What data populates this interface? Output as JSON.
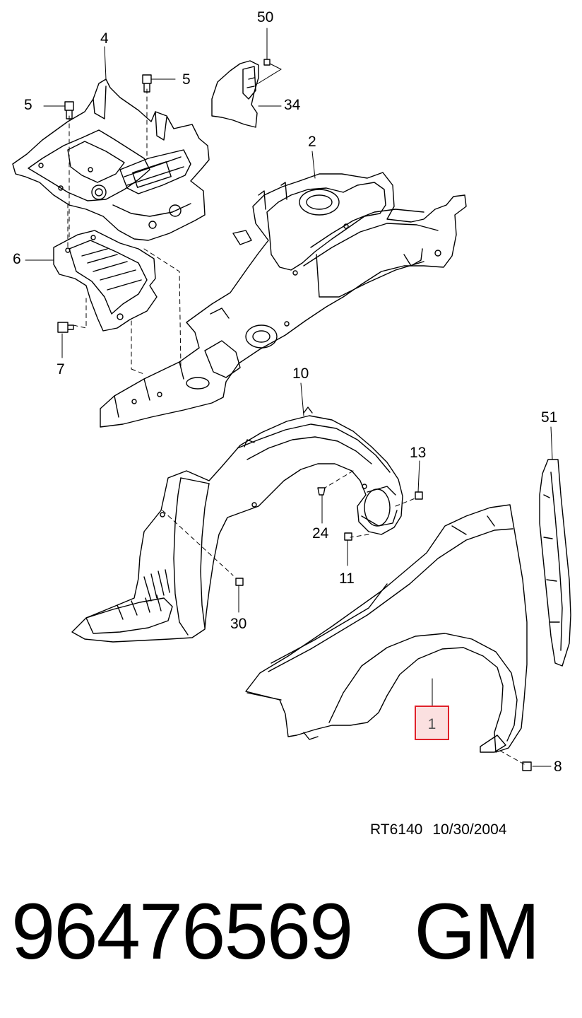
{
  "callouts": {
    "c50": "50",
    "c4": "4",
    "c5a": "5",
    "c5b": "5",
    "c34": "34",
    "c2": "2",
    "c6": "6",
    "c7": "7",
    "c10": "10",
    "c51": "51",
    "c13": "13",
    "c24": "24",
    "c11": "11",
    "c30": "30",
    "c1": "1",
    "c8": "8"
  },
  "caption": {
    "code": "RT6140",
    "date": "10/30/2004"
  },
  "part": {
    "number": "96476569",
    "brand": "GM"
  },
  "highlight_color": "#e0212a"
}
